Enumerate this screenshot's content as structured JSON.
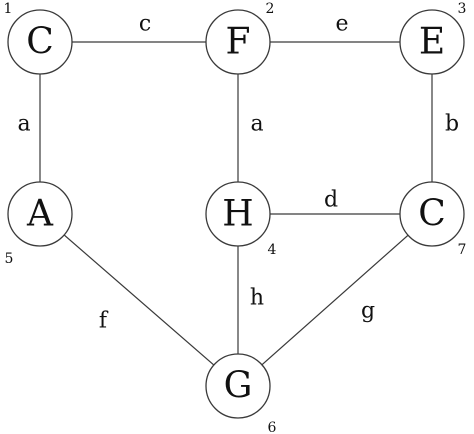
{
  "graph": {
    "nodes": [
      {
        "id": "n1",
        "label": "C",
        "number": "1"
      },
      {
        "id": "n2",
        "label": "F",
        "number": "2"
      },
      {
        "id": "n3",
        "label": "E",
        "number": "3"
      },
      {
        "id": "n5",
        "label": "A",
        "number": "5"
      },
      {
        "id": "n4",
        "label": "H",
        "number": "4"
      },
      {
        "id": "n7",
        "label": "C",
        "number": "7"
      },
      {
        "id": "n6",
        "label": "G",
        "number": "6"
      }
    ],
    "edges": [
      {
        "from": "n1",
        "to": "n2",
        "label": "c"
      },
      {
        "from": "n2",
        "to": "n3",
        "label": "e"
      },
      {
        "from": "n1",
        "to": "n5",
        "label": "a"
      },
      {
        "from": "n2",
        "to": "n4",
        "label": "a"
      },
      {
        "from": "n3",
        "to": "n7",
        "label": "b"
      },
      {
        "from": "n4",
        "to": "n7",
        "label": "d"
      },
      {
        "from": "n4",
        "to": "n6",
        "label": "h"
      },
      {
        "from": "n5",
        "to": "n6",
        "label": "f"
      },
      {
        "from": "n7",
        "to": "n6",
        "label": "g"
      }
    ]
  }
}
